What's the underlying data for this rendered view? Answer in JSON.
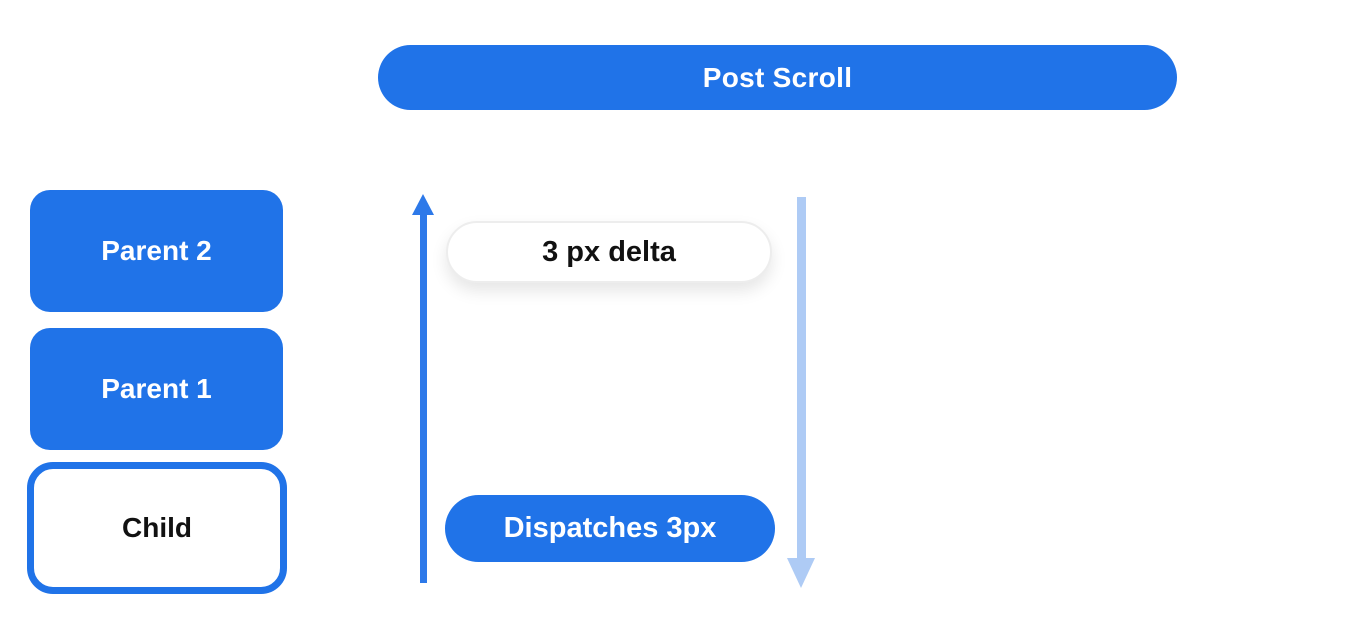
{
  "diagram": {
    "title_pill": {
      "label": "Post Scroll"
    },
    "boxes": [
      {
        "id": "parent2",
        "label": "Parent 2",
        "style": "filled"
      },
      {
        "id": "parent1",
        "label": "Parent 1",
        "style": "filled"
      },
      {
        "id": "child",
        "label": "Child",
        "style": "outlined"
      }
    ],
    "labels": {
      "delta": "3 px delta",
      "dispatch": "Dispatches 3px"
    },
    "arrows": [
      {
        "id": "up-arrow",
        "direction": "up",
        "color": "#2D79E9"
      },
      {
        "id": "down-arrow",
        "direction": "down",
        "color": "#AECBF5"
      }
    ],
    "colors": {
      "primary_blue": "#2073E8",
      "arrow_blue": "#2D79E9",
      "light_arrow_blue": "#AECBF5",
      "text_black": "#111111",
      "pill_border": "#EDEDED",
      "background": "#FFFFFF"
    }
  }
}
